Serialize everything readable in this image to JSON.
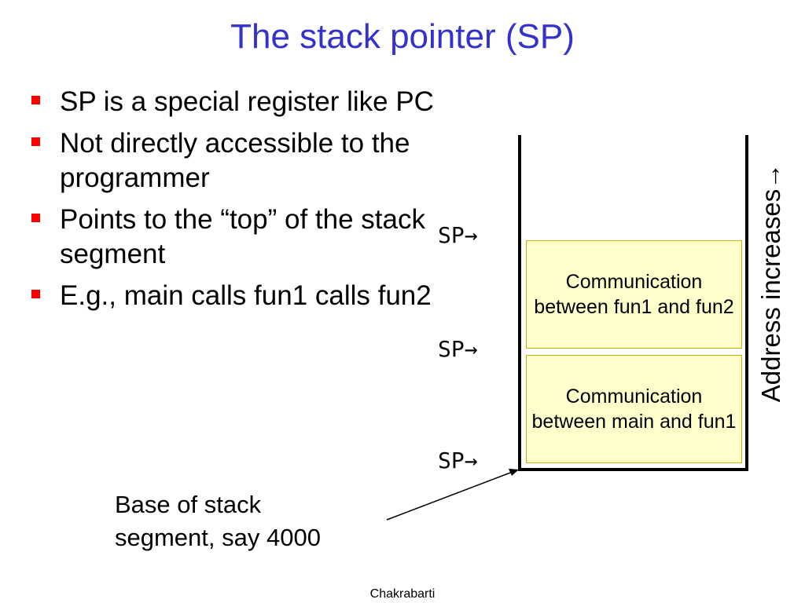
{
  "slide": {
    "title": "The stack pointer (SP)",
    "bullets": [
      "SP is a special register like PC",
      "Not directly accessible to the programmer",
      "Points to the “top” of the stack segment",
      "E.g., main calls fun1 calls fun2"
    ],
    "stack": {
      "frames": [
        "Communication between fun1 and fun2",
        "Communication between main and fun1"
      ],
      "sp_label": "SP→",
      "axis_label": "Address increases→",
      "base_label_line1": "Base of stack",
      "base_label_line2": "segment, say 4000"
    },
    "footer": "Chakrabarti",
    "colors": {
      "title": "#3333cc",
      "bullet": "#ff0000",
      "frame_fill": "#ffffcc",
      "frame_border": "#c8b400"
    }
  }
}
